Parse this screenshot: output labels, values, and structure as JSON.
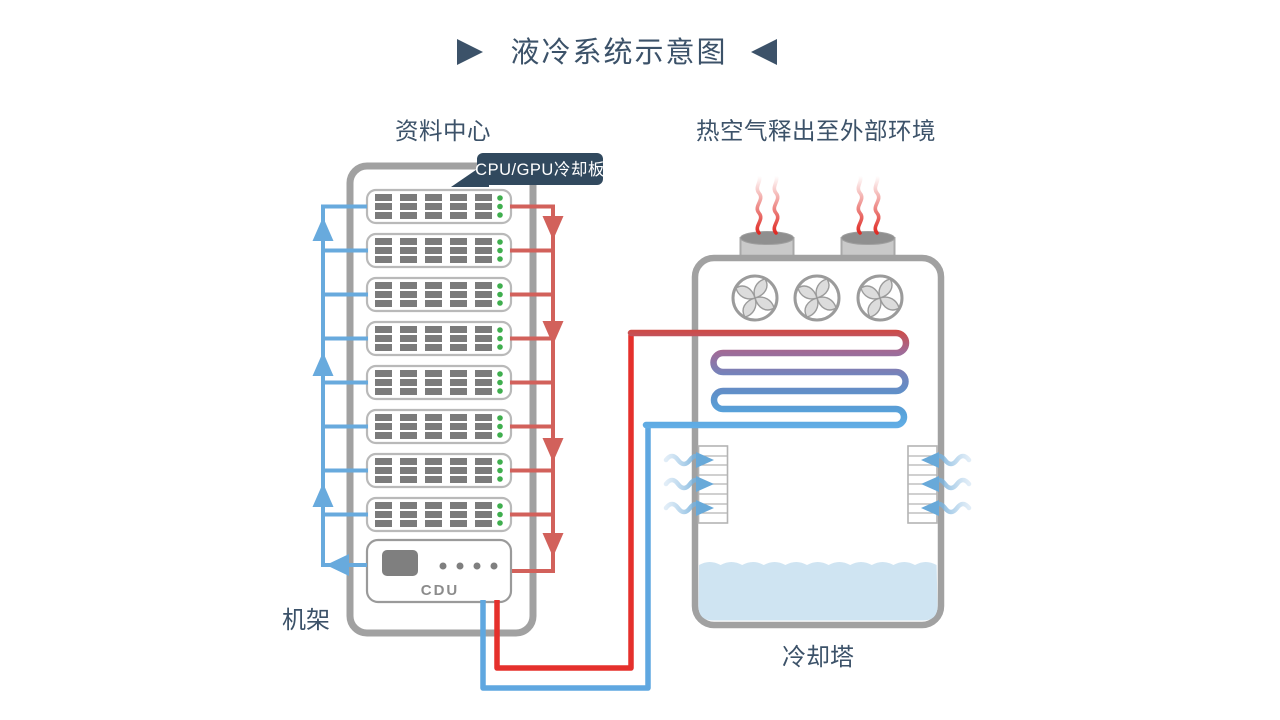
{
  "title": {
    "text": "液冷系统示意图",
    "color": "#3c5269",
    "left_icon": "right-pointing-triangle",
    "right_icon": "left-pointing-triangle"
  },
  "labels": {
    "data_center": "资料中心",
    "hot_air_exhaust": "热空气释出至外部环境",
    "rack": "机架",
    "cooling_tower": "冷却塔",
    "cdu": "CDU",
    "cooling_plate_callout": "CPU/GPU冷却板"
  },
  "rack": {
    "server_count": 8,
    "bar_groups_per_server": 5,
    "leds_per_server": 3,
    "led_color": "#3fae4e",
    "cold_pipe_color": "#68aadd",
    "hot_pipe_color": "#d2615b",
    "cold_flow_arrow_count": 3,
    "hot_flow_arrow_count": 4,
    "frame_color": "#a1a1a1"
  },
  "cooling_tower": {
    "fan_count": 3,
    "chimney_count": 2,
    "vent_count": 2,
    "breeze_arrows_per_vent": 3,
    "coil_rows": 6,
    "coil_gradient": [
      "#cf4a45",
      "#a16a96",
      "#7583bb",
      "#5f90c9",
      "#57a3db",
      "#62aee6"
    ],
    "water_color": "#cfe4f2",
    "heat_wave_color": "#e02b25",
    "breeze_arrow_color": "#68a9d9",
    "frame_color": "#a1a1a1"
  },
  "loop_pipes": {
    "hot_supply_color": "#e5302c",
    "cold_return_color": "#5fa7e0"
  },
  "callout": {
    "background": "#31495e",
    "text_color": "#ffffff"
  }
}
